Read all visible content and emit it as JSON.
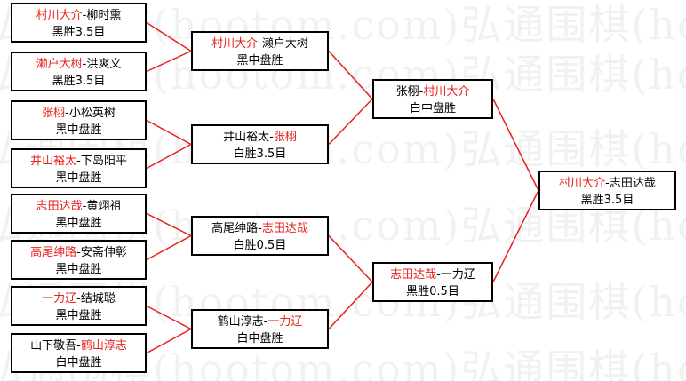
{
  "watermark": {
    "text": "弘通围棋(hootom.com)弘通围棋(hootom.com)"
  },
  "colors": {
    "winner": "#e8201c",
    "line": "#e8201c",
    "border": "#000000"
  },
  "round1": [
    {
      "p1": "村川大介",
      "sep": "-",
      "p2": "柳时熏",
      "winner": "p1",
      "result": "黑胜3.5目"
    },
    {
      "p1": "濑户大树",
      "sep": "-",
      "p2": "洪爽义",
      "winner": "p1",
      "result": "黑胜3.5目"
    },
    {
      "p1": "张栩",
      "sep": "-",
      "p2": "小松英树",
      "winner": "p1",
      "result": "黑中盘胜"
    },
    {
      "p1": "井山裕太",
      "sep": "-",
      "p2": "下岛阳平",
      "winner": "p1",
      "result": "黑中盘胜"
    },
    {
      "p1": "志田达哉",
      "sep": "-",
      "p2": "黄翊祖",
      "winner": "p1",
      "result": "黑中盘胜"
    },
    {
      "p1": "高尾绅路",
      "sep": "-",
      "p2": "安斋伸彰",
      "winner": "p1",
      "result": "黑中盘胜"
    },
    {
      "p1": "一力辽",
      "sep": "-",
      "p2": "结城聪",
      "winner": "p1",
      "result": "黑中盘胜"
    },
    {
      "p1": "山下敬吾",
      "sep": "-",
      "p2": "鹤山淳志",
      "winner": "p2",
      "result": "白中盘胜"
    }
  ],
  "round2": [
    {
      "p1": "村川大介",
      "sep": "-",
      "p2": "濑户大树",
      "winner": "p1",
      "result": "黑中盘胜"
    },
    {
      "p1": "井山裕太",
      "sep": "-",
      "p2": "张栩",
      "winner": "p2",
      "result": "白胜3.5目"
    },
    {
      "p1": "高尾绅路",
      "sep": "-",
      "p2": "志田达哉",
      "winner": "p2",
      "result": "白胜0.5目"
    },
    {
      "p1": "鹤山淳志",
      "sep": "-",
      "p2": "一力辽",
      "winner": "p2",
      "result": "白中盘胜"
    }
  ],
  "round3": [
    {
      "p1": "张栩",
      "sep": "-",
      "p2": "村川大介",
      "winner": "p2",
      "result": "白中盘胜"
    },
    {
      "p1": "志田达哉",
      "sep": "-",
      "p2": "一力辽",
      "winner": "p1",
      "result": "黑胜0.5目"
    }
  ],
  "final": [
    {
      "p1": "村川大介",
      "sep": "-",
      "p2": "志田达哉",
      "winner": "p1",
      "result": "黑胜3.5目"
    }
  ]
}
